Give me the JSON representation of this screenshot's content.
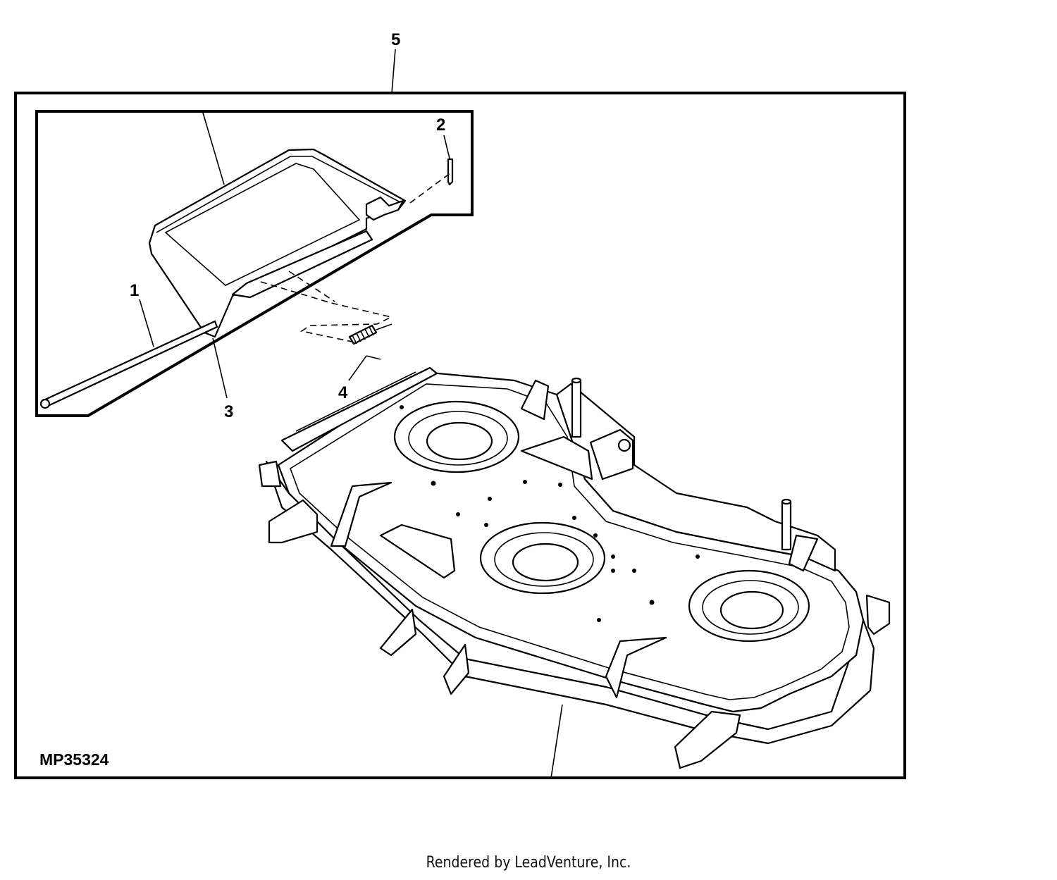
{
  "callouts": {
    "c1": "1",
    "c2": "2",
    "c3": "3",
    "c4": "4",
    "c5": "5"
  },
  "figure_id": "MP35324",
  "credit": "Rendered by LeadVenture, Inc."
}
